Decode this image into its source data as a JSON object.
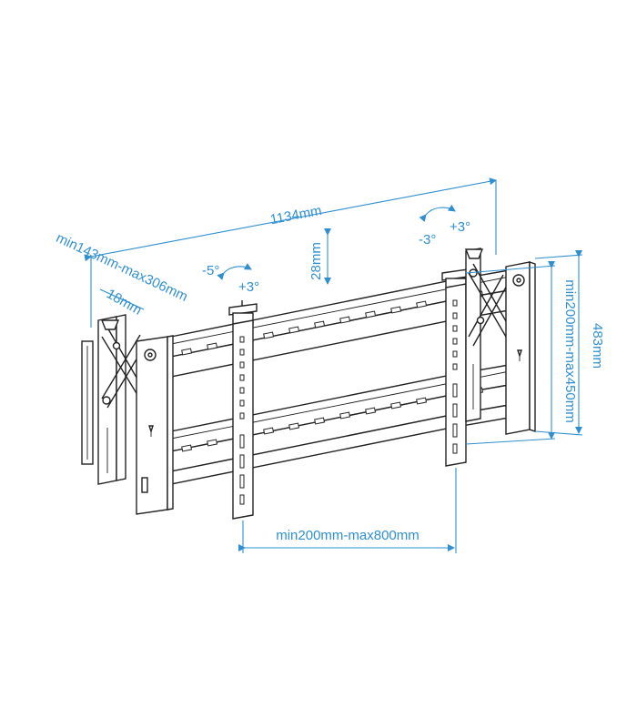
{
  "labels": {
    "width_total": "1134mm",
    "depth_range": "min143mm-max306mm",
    "depth_min": "18mm",
    "tilt_left_neg": "-5°",
    "tilt_left_pos": "+3°",
    "tilt_right_neg": "-3°",
    "tilt_right_pos": "+3°",
    "height_adjust": "28mm",
    "vesa_vertical": "min200mm-max450mm",
    "height_total": "483mm",
    "vesa_horizontal": "min200mm-max800mm"
  },
  "colors": {
    "dimension": "#2f8fd0",
    "drawing": "#222222",
    "background": "#ffffff"
  }
}
